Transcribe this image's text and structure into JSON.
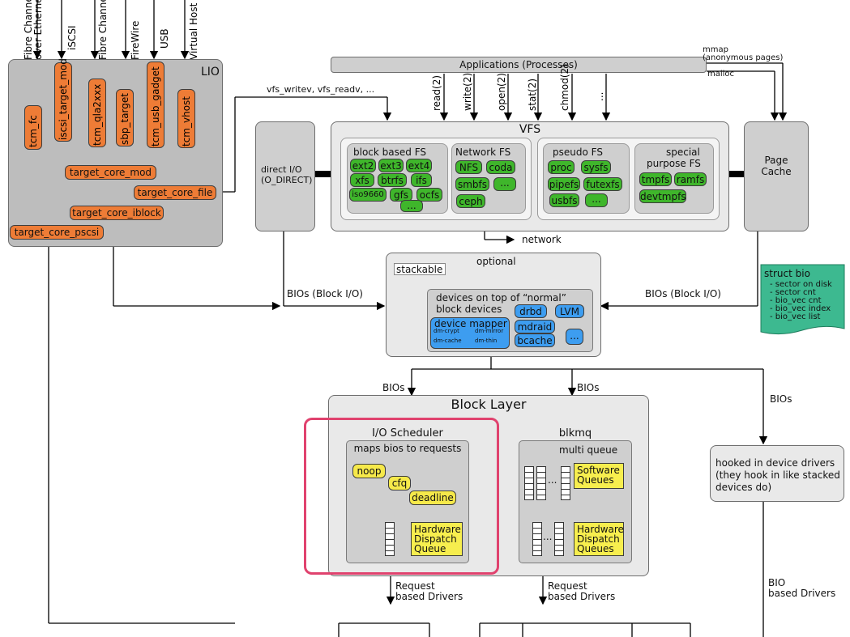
{
  "top_labels": {
    "fibre_eth_1": "Fibre Channel",
    "fibre_eth_2": "over Ethernet",
    "iscsi": "iSCSI",
    "fibre_channel": "Fibre Channel",
    "firewire": "FireWire",
    "usb": "USB",
    "virtual_host": "Virtual Host"
  },
  "lio": {
    "title": "LIO",
    "modules": [
      "tcm_fc",
      "iscsi_target_mod",
      "tcm_qla2xxx",
      "sbp_target",
      "tcm_usb_gadget",
      "tcm_vhost"
    ],
    "target_core_mod": "target_core_mod",
    "target_core_file": "target_core_file",
    "target_core_iblock": "target_core_iblock",
    "target_core_pscsi": "target_core_pscsi"
  },
  "vfs_calls": "vfs_writev, vfs_readv, ...",
  "applications": "Applications (Processes)",
  "mmap": "mmap",
  "mmap_sub": "(anonymous pages)",
  "malloc": "malloc",
  "syscalls": [
    "read(2)",
    "write(2)",
    "open(2)",
    "stat(2)",
    "chmod(2)",
    "..."
  ],
  "vfs": {
    "title": "VFS",
    "block_based": {
      "title": "block based FS",
      "items": [
        "ext2",
        "ext3",
        "ext4",
        "xfs",
        "btrfs",
        "ifs",
        "iso9660",
        "gfs",
        "ocfs",
        "..."
      ]
    },
    "network": {
      "title": "Network FS",
      "items": [
        "NFS",
        "coda",
        "smbfs",
        "...",
        "ceph"
      ]
    },
    "pseudo": {
      "title": "pseudo FS",
      "items": [
        "proc",
        "sysfs",
        "pipefs",
        "futexfs",
        "usbfs",
        "..."
      ]
    },
    "special": {
      "title_1": "special",
      "title_2": "purpose FS",
      "items": [
        "tmpfs",
        "ramfs",
        "devtmpfs"
      ]
    }
  },
  "direct_io_1": "direct I/O",
  "direct_io_2": "(O_DIRECT)",
  "page_cache_1": "Page",
  "page_cache_2": "Cache",
  "network_label": "network",
  "optional": {
    "title": "optional",
    "stackable": "stackable",
    "devices_1": "devices on top of “normal”",
    "devices_2": "block devices",
    "items": [
      "drbd",
      "LVM",
      "mdraid",
      "bcache",
      "..."
    ],
    "dm_title": "device mapper",
    "dm_items": [
      "dm-crypt",
      "dm-mirror",
      "dm-cache",
      "dm-thin"
    ]
  },
  "bios_block_io_left": "BIOs (Block I/O)",
  "bios_block_io_right": "BIOs (Block I/O)",
  "struct_bio": {
    "title": "struct bio",
    "items": [
      "- sector on disk",
      "- sector cnt",
      "- bio_vec cnt",
      "- bio_vec index",
      "- bio_vec list"
    ]
  },
  "bios_labels": [
    "BIOs",
    "BIOs",
    "BIOs"
  ],
  "block_layer": {
    "title": "Block Layer",
    "io_scheduler": "I/O Scheduler",
    "maps": "maps bios to requests",
    "schedulers": [
      "noop",
      "cfq",
      "deadline"
    ],
    "hw_dispatch": [
      "Hardware",
      "Dispatch",
      "Queue"
    ],
    "blkmq": "blkmq",
    "multi_queue": "multi queue",
    "sw_queues": [
      "Software",
      "Queues"
    ],
    "hw_dispatch_queues": [
      "Hardware",
      "Dispatch",
      "Queues"
    ],
    "ellipsis": "..."
  },
  "hooked": [
    "hooked in device drivers",
    "(they hook in like stacked",
    "devices do)"
  ],
  "request_drivers_1": [
    "Request",
    "based Drivers"
  ],
  "request_drivers_2": [
    "Request",
    "based Drivers"
  ],
  "bio_drivers": [
    "BIO",
    "based Drivers"
  ],
  "colors": {
    "orange": "#ee7c36",
    "green": "#3fb62b",
    "blue": "#3d9df0",
    "yellow": "#f6e94a",
    "highlight": "#e0426e",
    "struct": "#3db990"
  }
}
